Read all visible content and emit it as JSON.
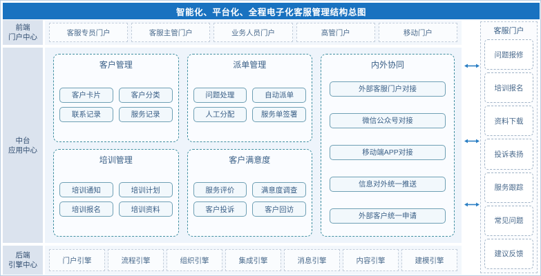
{
  "header": {
    "title": "智能化、平台化、全程电子化客服管理结构总图",
    "bg_color": "#1972c0"
  },
  "left_rail": {
    "items": [
      {
        "label": "前端\n门户中心"
      },
      {
        "label": "中台\n应用中心"
      },
      {
        "label": "后端\n引擎中心"
      }
    ]
  },
  "portals": {
    "items": [
      {
        "label": "客服专员门户"
      },
      {
        "label": "客服主管门户"
      },
      {
        "label": "业务人员门户"
      },
      {
        "label": "高管门户"
      },
      {
        "label": "移动门户"
      }
    ]
  },
  "panels": [
    {
      "title": "客户管理",
      "items": [
        "客户卡片",
        "客户分类",
        "联系记录",
        "服务记录"
      ]
    },
    {
      "title": "派单管理",
      "items": [
        "问题处理",
        "自动派单",
        "人工分配",
        "服务单签署"
      ]
    },
    {
      "title": "培训管理",
      "items": [
        "培训通知",
        "培训计划",
        "培训报名",
        "培训资料"
      ]
    },
    {
      "title": "客户满意度",
      "items": [
        "服务评价",
        "满意度调查",
        "客户投诉",
        "客户回访"
      ]
    }
  ],
  "collaboration": {
    "title": "内外协同",
    "items": [
      "外部客服门户对接",
      "微信公众号对接",
      "移动端APP对接",
      "信息对外统一推送",
      "外部客户统一申请"
    ]
  },
  "engines": {
    "items": [
      {
        "label": "门户引擎"
      },
      {
        "label": "流程引擎"
      },
      {
        "label": "组织引擎"
      },
      {
        "label": "集成引擎"
      },
      {
        "label": "消息引擎"
      },
      {
        "label": "内容引擎"
      },
      {
        "label": "建模引擎"
      }
    ]
  },
  "right_rail": {
    "title": "客服门户",
    "items": [
      {
        "label": "问题报修"
      },
      {
        "label": "培训报名"
      },
      {
        "label": "资料下载"
      },
      {
        "label": "投诉表扬"
      },
      {
        "label": "服务跟踪"
      },
      {
        "label": "常见问题"
      },
      {
        "label": "建议反馈"
      }
    ]
  },
  "connectors": {
    "arrow_color": "#2b7fc4",
    "count": 3,
    "tops": [
      90,
      199,
      291
    ]
  },
  "colors": {
    "panel_border": "#3f8ea0",
    "chip_border": "#6e9fb4",
    "rail_bg": "#dbe3ee",
    "mid_bg": "#eef4fb",
    "band_bg": "#f3f7fc"
  }
}
